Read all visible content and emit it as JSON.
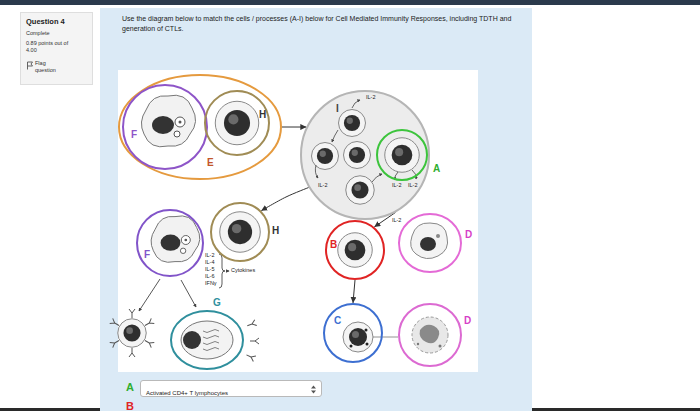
{
  "diagram": {
    "nodes": [
      {
        "text": [
          "Question 4",
          "Complete",
          "0.89 points out of 4.00",
          "Flag question"
        ]
      },
      {
        "text": [
          "Use the diagram below to match the cells / processes (A-I) below for Cell Mediated Immunity Responses, including TDTH and generation of CTLs."
        ]
      },
      {
        "text": [
          "E"
        ],
        "in": 1
      },
      {
        "text": [
          "F"
        ],
        "in": 2
      },
      {
        "text": [
          "H"
        ],
        "in": 2
      },
      {
        "text": [
          "I"
        ],
        "in": 1
      },
      {
        "text": [
          "A"
        ],
        "in": 5
      },
      {
        "text": [
          "F"
        ],
        "in": 1
      },
      {
        "text": [
          "H"
        ],
        "in": 1
      },
      {
        "text": [
          "G"
        ],
        "in": 1
      },
      {
        "text": [
          "B"
        ],
        "in": 1
      },
      {
        "text": [
          "D"
        ],
        "in": 1
      },
      {
        "text": [
          "C"
        ],
        "in": 1
      },
      {
        "text": [
          "D"
        ],
        "in": 1
      },
      {
        "text": [
          "Activated CD4+ T lymphocytes"
        ],
        "in": 1
      }
    ],
    "edges": [
      {
        "from": 2,
        "to": 5,
        "arrow": "to"
      },
      {
        "from": 5,
        "to": 8,
        "arrow": "to"
      },
      {
        "from": 5,
        "to": 10,
        "label": "IL-2",
        "arrow": "to"
      },
      {
        "from": 10,
        "to": 12,
        "arrow": "to"
      }
    ],
    "labels": [
      "IL-2",
      "IL-2",
      "IL-2",
      "IL-2",
      "IL-2",
      "IL-4",
      "IL-5",
      "IL-6",
      "IFNγ",
      "Cytokines",
      "A",
      "B"
    ]
  }
}
